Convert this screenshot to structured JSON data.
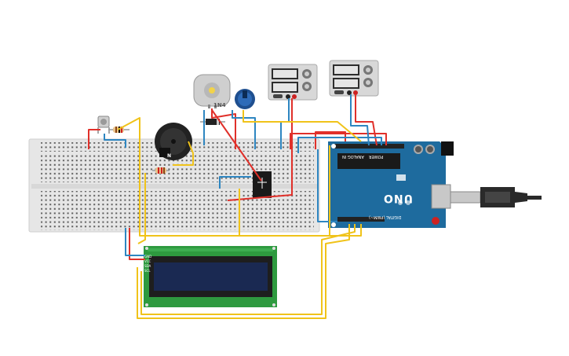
{
  "arduino": {
    "model_label": "UNO",
    "power_header_label": "POWER",
    "analog_header_label": "ANALOG IN",
    "digital_header_label": "DIGITAL (PWM~)"
  },
  "diode": {
    "label": "1N4"
  },
  "buzzer": {
    "mark": "N"
  },
  "lcd": {
    "pins": [
      "GND",
      "VCC",
      "SDA",
      "SCL"
    ]
  },
  "colors": {
    "breadboard": "#e6e6e6",
    "arduino": "#1e6b9e",
    "lcd_pcb": "#2e9a3f",
    "lcd_screen": "#1a2952",
    "wire_red": "#e0302a",
    "wire_blue": "#2e86c1",
    "wire_yellow": "#f0c31a"
  }
}
